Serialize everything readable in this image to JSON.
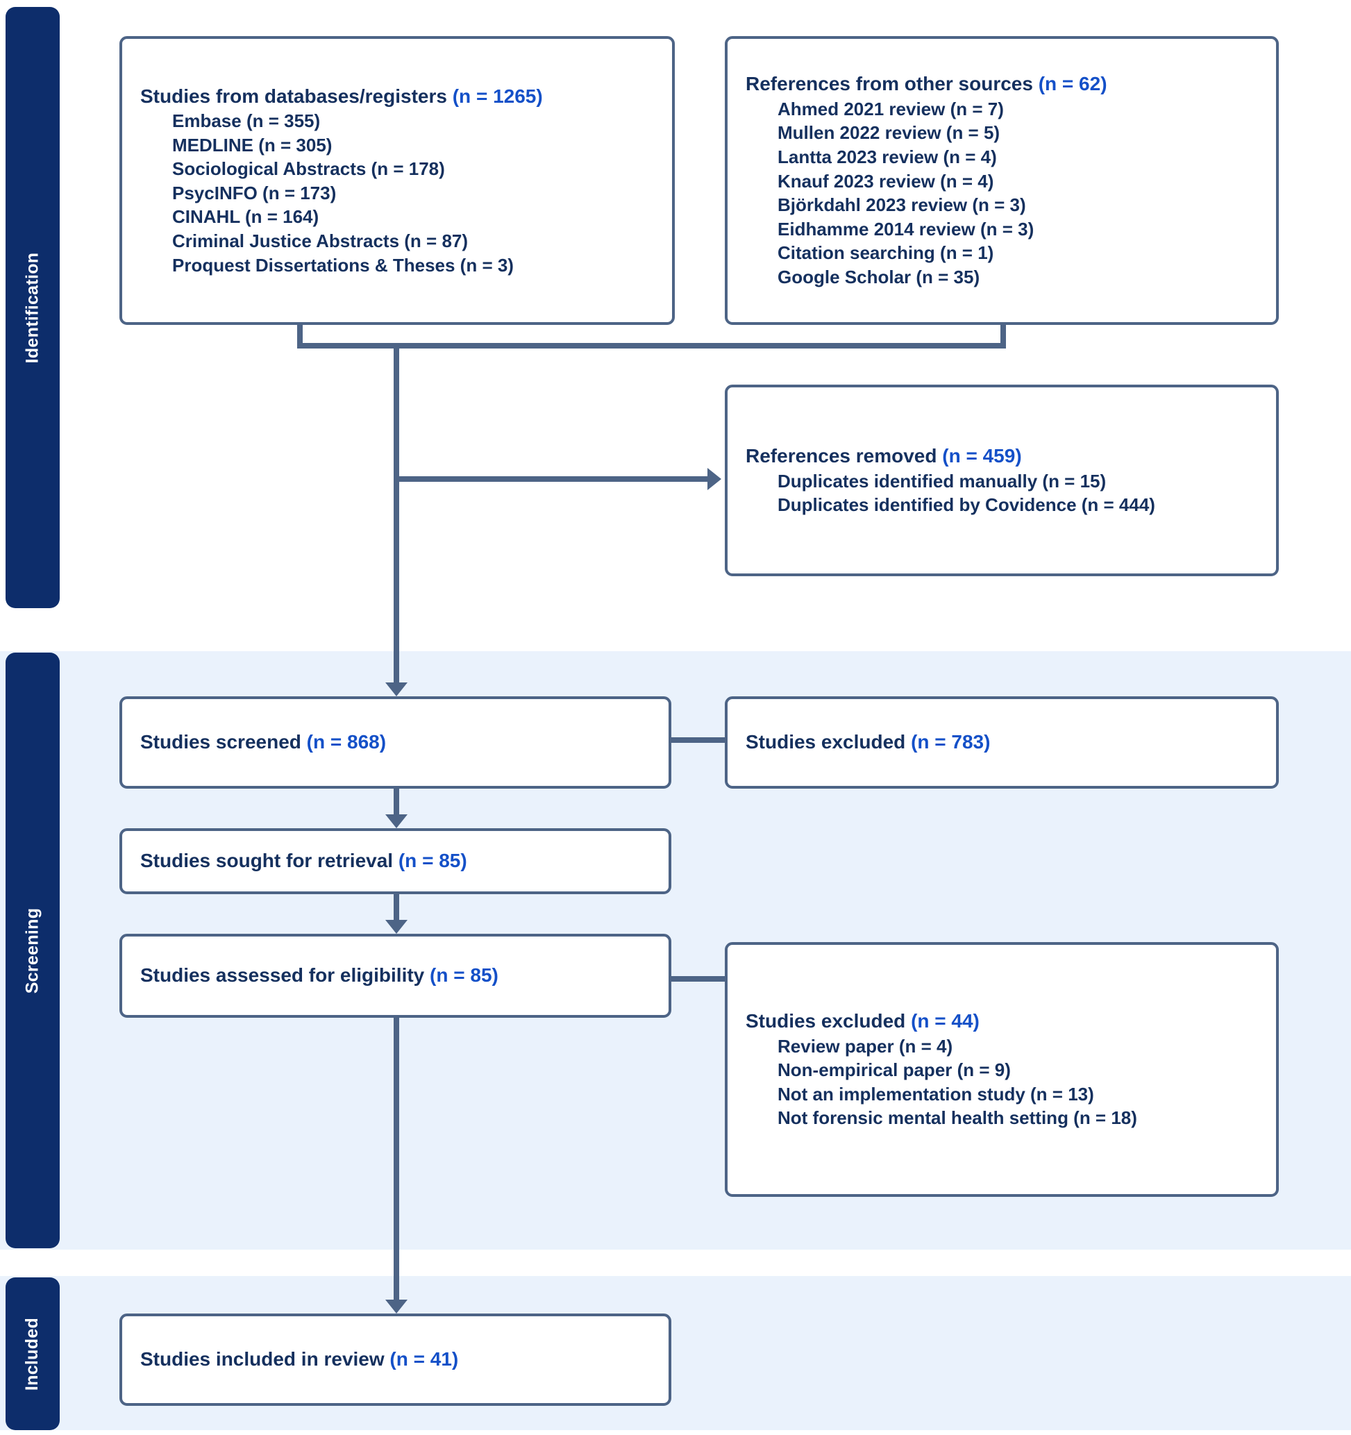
{
  "diagram": {
    "type": "PRISMA flow diagram",
    "phases": [
      {
        "key": "identification",
        "label": "Identification"
      },
      {
        "key": "screening",
        "label": "Screening"
      },
      {
        "key": "included",
        "label": "Included"
      }
    ],
    "colors": {
      "phase_tab_bg": "#0d2d6b",
      "phase_tab_text": "#ffffff",
      "band_bg": "#eaf2fc",
      "box_border": "#4d6486",
      "box_fill": "#ffffff",
      "label_text": "#15305e",
      "count_text": "#1450c8",
      "connector": "#4d6486"
    },
    "boxes": {
      "databases": {
        "title": "Studies from databases/registers",
        "count": "(n = 1265)",
        "items": [
          "Embase (n = 355)",
          "MEDLINE (n = 305)",
          "Sociological Abstracts (n = 178)",
          "PsycINFO (n = 173)",
          "CINAHL (n = 164)",
          "Criminal Justice Abstracts (n = 87)",
          "Proquest Dissertations & Theses (n = 3)"
        ]
      },
      "other_sources": {
        "title": "References from other sources",
        "count": "(n = 62)",
        "items": [
          "Ahmed 2021 review (n = 7)",
          "Mullen 2022 review (n = 5)",
          "Lantta 2023 review (n = 4)",
          "Knauf 2023 review (n = 4)",
          "Björkdahl 2023 review (n = 3)",
          "Eidhamme 2014 review (n = 3)",
          "Citation searching (n = 1)",
          "Google Scholar (n = 35)"
        ]
      },
      "removed": {
        "title": "References removed",
        "count": "(n = 459)",
        "items": [
          "Duplicates identified manually (n = 15)",
          "Duplicates identified by Covidence (n = 444)"
        ]
      },
      "screened": {
        "title": "Studies screened",
        "count": "(n = 868)",
        "items": []
      },
      "excluded_screen": {
        "title": "Studies excluded",
        "count": "(n = 783)",
        "items": []
      },
      "sought": {
        "title": "Studies sought for retrieval",
        "count": "(n = 85)",
        "items": []
      },
      "assessed": {
        "title": "Studies assessed for eligibility",
        "count": "(n = 85)",
        "items": []
      },
      "excluded_elig": {
        "title": "Studies excluded",
        "count": "(n = 44)",
        "items": [
          "Review paper (n = 4)",
          "Non-empirical paper (n = 9)",
          "Not an implementation study (n = 13)",
          "Not forensic mental health setting (n = 18)"
        ]
      },
      "included": {
        "title": "Studies included in review",
        "count": "(n = 41)",
        "items": []
      }
    }
  }
}
